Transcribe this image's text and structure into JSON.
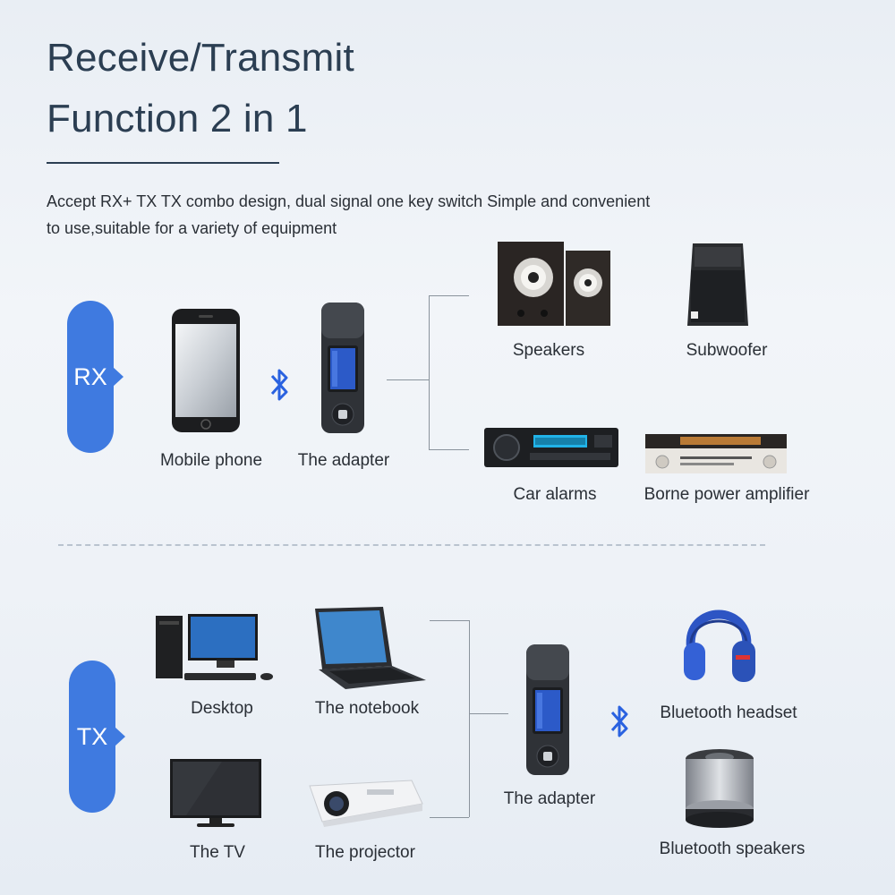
{
  "title": {
    "line1": "Receive/Transmit",
    "line2": "Function 2 in 1"
  },
  "description": {
    "line1": "Accept RX+ TX TX combo design, dual signal one key switch Simple and convenient",
    "line2": "to use,suitable for a variety of equipment"
  },
  "rx": {
    "badge": "RX",
    "source_label": "Mobile phone",
    "adapter_label": "The adapter",
    "outputs": [
      "Speakers",
      "Subwoofer",
      "Car alarms",
      "Borne power amplifier"
    ]
  },
  "tx": {
    "badge": "TX",
    "sources": [
      "Desktop",
      "The notebook",
      "The TV",
      "The projector"
    ],
    "adapter_label": "The adapter",
    "outputs": [
      "Bluetooth headset",
      "Bluetooth speakers"
    ]
  },
  "colors": {
    "accent": "#3f7ae0",
    "title": "#2b3e52",
    "bluetooth": "#2a62e0"
  },
  "icons": [
    "bluetooth-icon",
    "phone-icon",
    "adapter-icon",
    "speakers-icon",
    "subwoofer-icon",
    "car-stereo-icon",
    "amplifier-icon",
    "desktop-icon",
    "notebook-icon",
    "tv-icon",
    "projector-icon",
    "headset-icon",
    "bluetooth-speaker-icon"
  ]
}
